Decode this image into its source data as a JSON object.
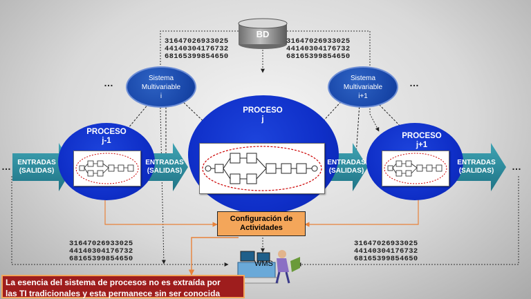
{
  "database": {
    "label": "BD"
  },
  "number_rows": [
    "31647026933025",
    "44140304176732",
    "68165399854650"
  ],
  "systems": [
    {
      "line1": "Sistema",
      "line2": "Multivariable",
      "line3": "i"
    },
    {
      "line1": "Sistema",
      "line2": "Multivariable",
      "line3": "i+1"
    }
  ],
  "processes": {
    "left": {
      "line1": "PROCESO",
      "line2": "j-1"
    },
    "center": {
      "line1": "PROCESO",
      "line2": "j"
    },
    "right": {
      "line1": "PROCESO",
      "line2": "j+1"
    }
  },
  "flow_label": {
    "line1": "ENTRADAS",
    "line2": "(SALIDAS)"
  },
  "ellipsis": "…",
  "config": {
    "line1": "Configuración de",
    "line2": "Actividades"
  },
  "wms": {
    "label": "WMS"
  },
  "bottom_text": {
    "line1": "La esencia del sistema de procesos no es extraída por",
    "line2": "las TI tradicionales y esta permanece sin ser conocida"
  },
  "colors": {
    "process_blue": "#0f2fc8",
    "arrow_teal": "#2a8a9a",
    "config_orange": "#f4a65a",
    "bottom_red": "#9e1d1d"
  }
}
